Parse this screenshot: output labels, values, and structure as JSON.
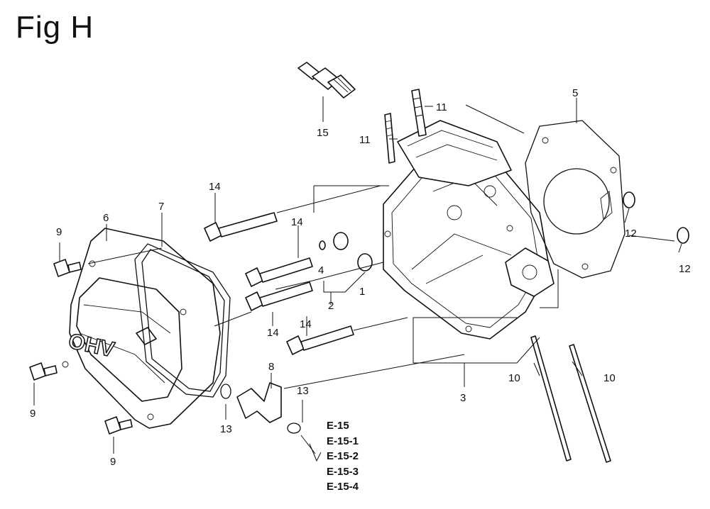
{
  "figure": {
    "title": "Fig H"
  },
  "callouts": {
    "c1": "1",
    "c2": "2",
    "c3": "3",
    "c4": "4",
    "c5": "5",
    "c6": "6",
    "c7": "7",
    "c8": "8",
    "c9a": "9",
    "c9b": "9",
    "c9c": "9",
    "c10a": "10",
    "c10b": "10",
    "c11a": "11",
    "c11b": "11",
    "c12a": "12",
    "c12b": "12",
    "c13a": "13",
    "c13b": "13",
    "c14a": "14",
    "c14b": "14",
    "c14c": "14",
    "c14d": "14",
    "c15": "15"
  },
  "cover_lettering": "OHV",
  "references": [
    "E-15",
    "E-15-1",
    "E-15-2",
    "E-15-3",
    "E-15-4"
  ]
}
